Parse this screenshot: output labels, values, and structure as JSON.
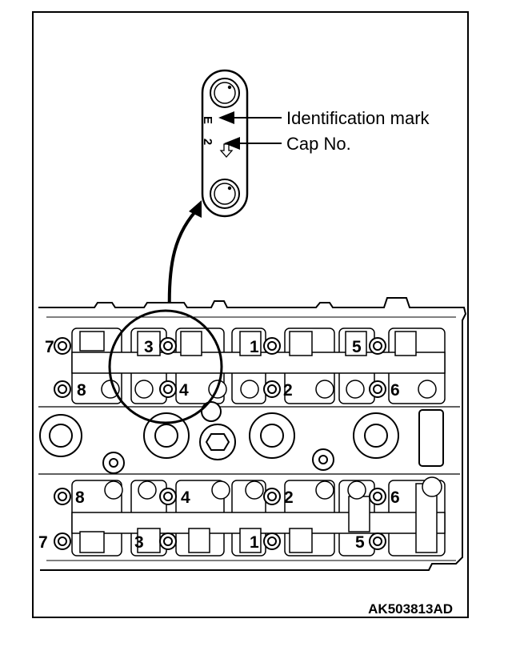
{
  "callouts": {
    "identification_mark": "Identification mark",
    "cap_no": "Cap No."
  },
  "cap_markings": {
    "letter": "E",
    "number": "2"
  },
  "figure_code": "AK503813AD",
  "cap_numbers": {
    "upper_rows": {
      "top": [
        "7",
        "3",
        "1",
        "5"
      ],
      "bottom": [
        "8",
        "4",
        "2",
        "6"
      ]
    },
    "lower_rows": {
      "top": [
        "8",
        "4",
        "2",
        "6"
      ],
      "bottom": [
        "7",
        "3",
        "1",
        "5"
      ]
    }
  },
  "colors": {
    "line": "#000000",
    "background": "#ffffff"
  }
}
